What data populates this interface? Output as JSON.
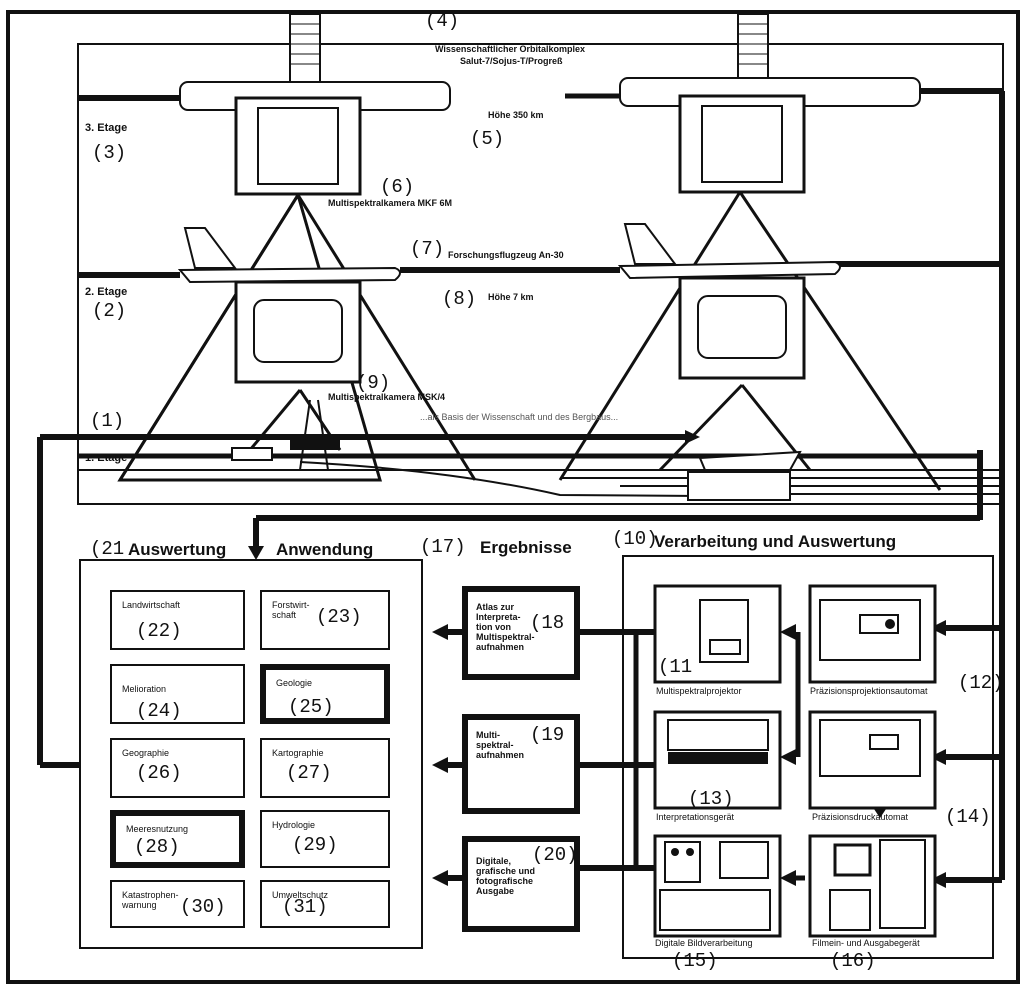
{
  "top": {
    "station_label": "Wissenschaftlicher Orbitalkomplex",
    "station_label2": "Salut-7/Sojus-T/Progreß",
    "height_space": "Höhe 350 km",
    "camera_space": "Multispektralkamera MKF 6M",
    "aircraft_label": "Forschungsflugzeug An-30",
    "height_air": "Höhe 7 km",
    "camera_air": "Multispektralkamera MSK/4"
  },
  "levels": {
    "level3": "3. Etage",
    "level2": "2. Etage",
    "level1": "1. Etage"
  },
  "markers": {
    "m1": "(1)",
    "m2": "(2)",
    "m3": "(3)",
    "m4": "(4)",
    "m5": "(5)",
    "m6": "(6)",
    "m7": "(7)",
    "m8": "(8)",
    "m9": "(9)",
    "m10": "(10)",
    "m11": "(11",
    "m12": "(12)",
    "m13": "(13)",
    "m14": "(14)",
    "m15": "(15)",
    "m16": "(16)",
    "m17": "(17)",
    "m18": "(18",
    "m19": "(19",
    "m20": "(20)",
    "m21": "(21"
  },
  "headings": {
    "auswertung": "Auswertung",
    "anwendung": "Anwendung",
    "ergebnisse": "Ergebnisse",
    "verarbeitung": "Verarbeitung und Auswertung"
  },
  "applications": [
    {
      "label": "Landwirtschaft",
      "num": "(22)"
    },
    {
      "label": "Forstwirt-\nschaft",
      "num": "(23)"
    },
    {
      "label": "Melioration",
      "num": "(24)"
    },
    {
      "label": "Geologie",
      "num": "(25)"
    },
    {
      "label": "Geographie",
      "num": "(26)"
    },
    {
      "label": "Kartographie",
      "num": "(27)"
    },
    {
      "label": "Meeresnutzung",
      "num": "(28)"
    },
    {
      "label": "Hydrologie",
      "num": "(29)"
    },
    {
      "label": "Katastrophen-\nwarnung",
      "num": "(30)"
    },
    {
      "label": "Umweltschutz",
      "num": "(31)"
    }
  ],
  "results": [
    {
      "label": "Atlas zur\nInterpreta-\ntion von\nMultispektral-\naufnahmen"
    },
    {
      "label": "Multi-\nspektral-\naufnahmen"
    },
    {
      "label": "Digitale,\ngrafische und\nfotografische\nAusgabe"
    }
  ],
  "devices": [
    {
      "label": "Multispektralprojektor"
    },
    {
      "label": "Präzisionsprojektionsautomat"
    },
    {
      "label": "Interpretationsgerät"
    },
    {
      "label": "Präzisionsdruckautomat"
    },
    {
      "label": "Digitale Bildverarbeitung"
    },
    {
      "label": "Filmein- und Ausgabegerät"
    }
  ],
  "stray_text": "...als Basis der Wissenschaft und des Bergbaus..."
}
